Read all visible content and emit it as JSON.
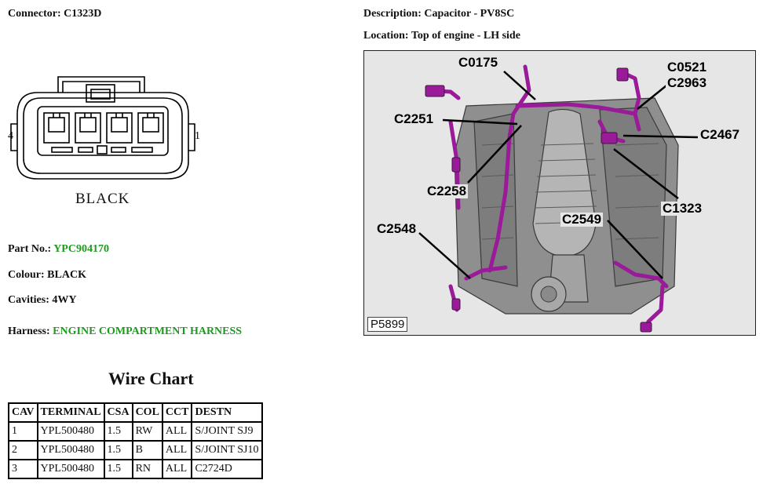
{
  "connector": {
    "label": "Connector:",
    "value": "C1323D",
    "colour_label": "BLACK",
    "pin_left": "4",
    "pin_right": "1"
  },
  "description": {
    "label": "Description:",
    "value": "Capacitor - PV8SC"
  },
  "location": {
    "label": "Location:",
    "value": "Top of engine - LH side"
  },
  "part_no": {
    "label": "Part No.:",
    "value": "YPC904170"
  },
  "colour": {
    "label": "Colour:",
    "value": "BLACK"
  },
  "cavities": {
    "label": "Cavities:",
    "value": "4WY"
  },
  "harness": {
    "label": "Harness:",
    "value": "ENGINE COMPARTMENT HARNESS"
  },
  "figure": {
    "ref": "P5899",
    "callouts": [
      "C0175",
      "C0521",
      "C2963",
      "C2251",
      "C2467",
      "C2258",
      "C1323",
      "C2548",
      "C2549"
    ]
  },
  "wire_chart": {
    "title": "Wire Chart",
    "columns": [
      "CAV",
      "TERMINAL",
      "CSA",
      "COL",
      "CCT",
      "DESTN"
    ],
    "rows": [
      [
        "1",
        "YPL500480",
        "1.5",
        "RW",
        "ALL",
        "S/JOINT SJ9"
      ],
      [
        "2",
        "YPL500480",
        "1.5",
        "B",
        "ALL",
        "S/JOINT SJ10"
      ],
      [
        "3",
        "YPL500480",
        "1.5",
        "RN",
        "ALL",
        "C2724D"
      ]
    ]
  },
  "colors": {
    "link_green": "#1e9a1e",
    "harness_purple": "#9a1a9a"
  }
}
